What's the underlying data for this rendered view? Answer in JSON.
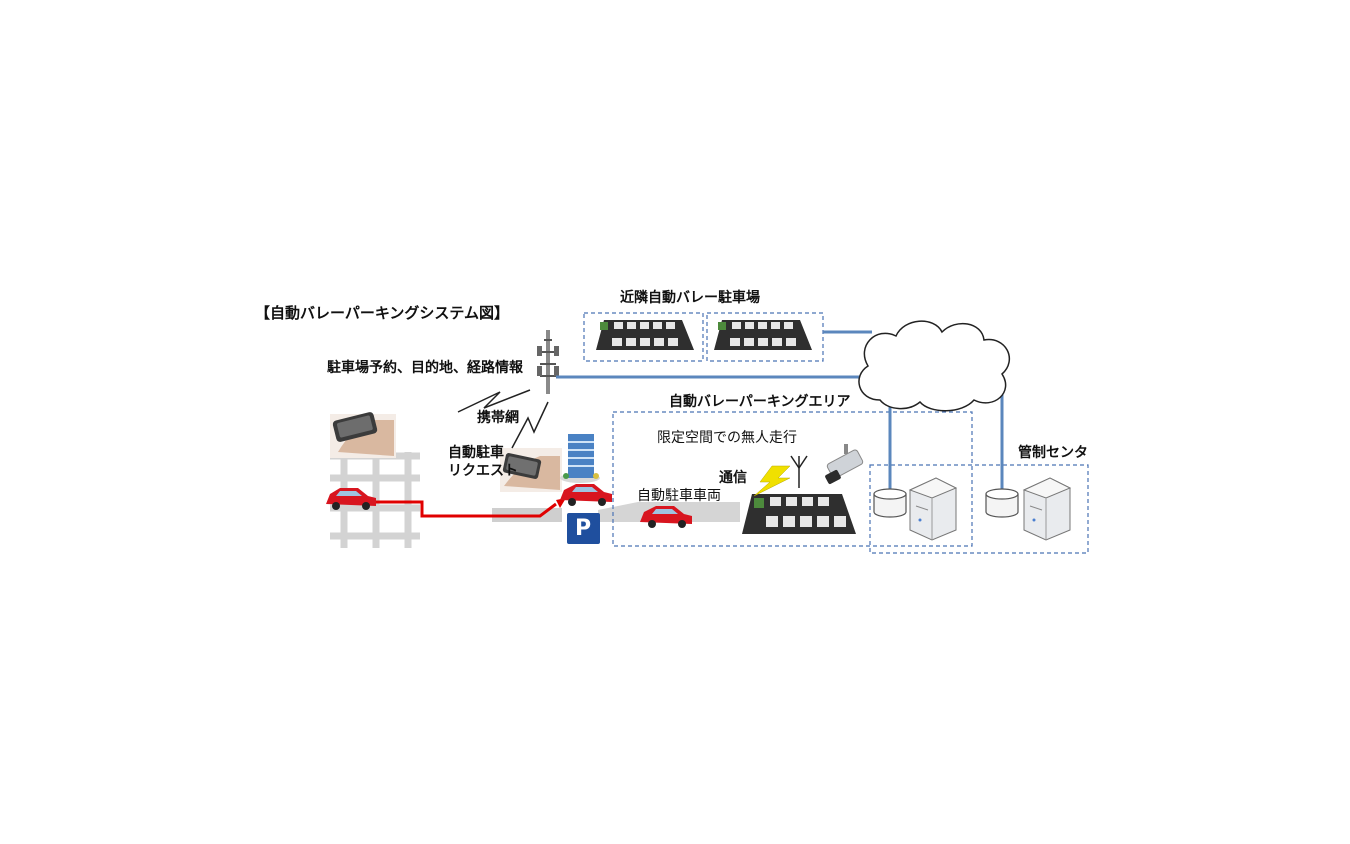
{
  "title": "【自動バレーパーキングシステム図】",
  "labels": {
    "nearby_lots": "近隣自動バレー駐車場",
    "reservation_info": "駐車場予約、目的地、経路情報",
    "mobile_network": "携帯網",
    "valet_area": "自動バレーパーキングエリア",
    "unmanned_driving": "限定空間での無人走行",
    "parking_request": "自動駐車\nリクエスト",
    "communication": "通信",
    "auto_parking_vehicle": "自動駐車車両",
    "control_center": "管制センタ",
    "parking_sign": "P"
  },
  "colors": {
    "network_line": "#5b87bd",
    "route_line": "#e00000",
    "dashed_border": "#4a73b5",
    "car": "#d8151f",
    "parking_sign_bg": "#1f4f9e",
    "lightning": "#f0e000"
  },
  "icons": [
    "cell-tower-icon",
    "smartphone-hand-icon",
    "building-icon",
    "cloud-icon",
    "antenna-icon",
    "security-camera-icon",
    "database-icon",
    "server-icon",
    "parking-lot-icon",
    "car-icon",
    "lightning-icon",
    "road-map-icon"
  ]
}
